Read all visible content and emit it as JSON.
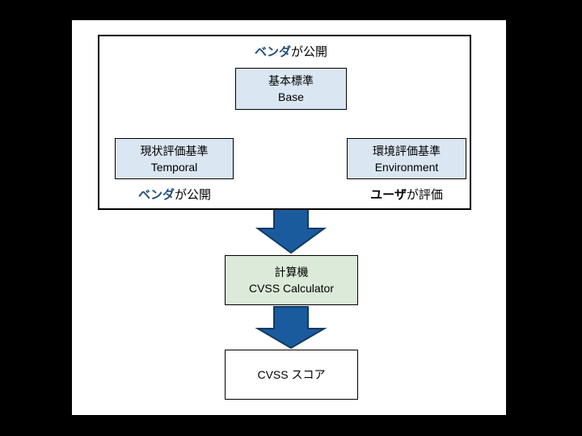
{
  "diagram": {
    "top_label": {
      "highlight": "ベンダ",
      "rest": "が公開"
    },
    "base_box": {
      "line1": "基本標準",
      "line2": "Base"
    },
    "temporal_box": {
      "line1": "現状評価基準",
      "line2": "Temporal"
    },
    "environment_box": {
      "line1": "環境評価基準",
      "line2": "Environment"
    },
    "temporal_label": {
      "highlight": "ベンダ",
      "rest": "が公開"
    },
    "environment_label": {
      "highlight": "ユーザ",
      "rest": "が評価"
    },
    "calculator_box": {
      "line1": "計算機",
      "line2": "CVSS Calculator"
    },
    "score_box": {
      "label": "CVSS スコア"
    },
    "colors": {
      "highlight_blue": "#1F4E79",
      "box_blue_fill": "#DAE6F2",
      "box_green_fill": "#DCEBD9",
      "arrow_fill": "#1A5B9E",
      "arrow_stroke": "#123A62",
      "line_color": "#000000",
      "text_color": "#000000"
    }
  }
}
